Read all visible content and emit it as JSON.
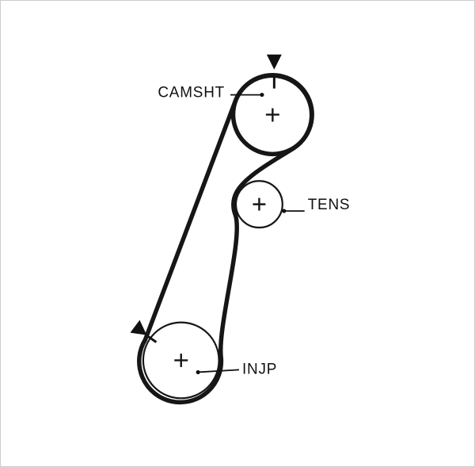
{
  "diagram": {
    "name": "timing-belt-routing-diagram",
    "background": "#ffffff",
    "line_color": "#161616",
    "border_color": "#cccccc",
    "labels": {
      "camshaft": "CAMSHT",
      "tensioner": "TENS",
      "injection_pump": "INJP"
    },
    "marks": {
      "pulley_center_symbol": "+",
      "camshaft_timing_mark_icon": "triangle-down-icon",
      "injection_pump_timing_mark_icon": "triangle-toward-pulley-icon"
    }
  }
}
